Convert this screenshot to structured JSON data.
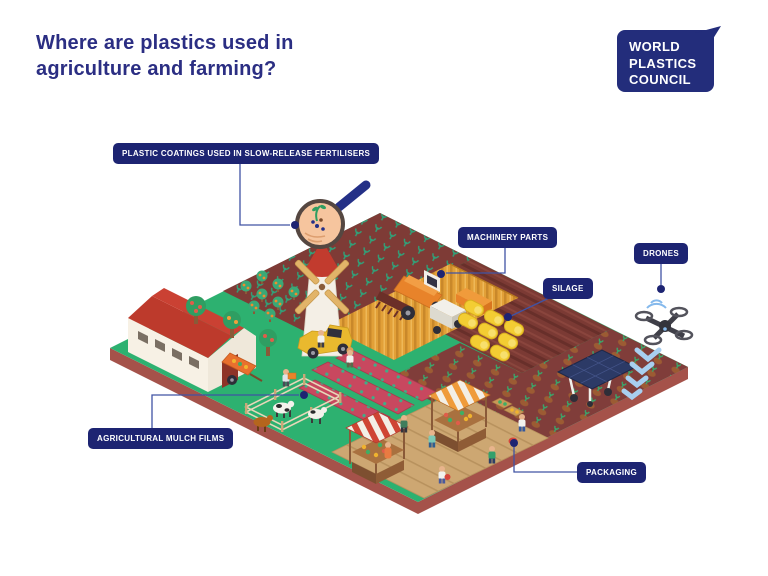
{
  "title": "Where are plastics used in agriculture and farming?",
  "logo": {
    "lines": [
      "WORLD",
      "PLASTICS",
      "COUNCIL"
    ]
  },
  "labels": {
    "fertilisers": "PLASTIC COATINGS USED IN SLOW-RELEASE FERTILISERS",
    "machinery": "MACHINERY PARTS",
    "silage": "SILAGE",
    "drones": "DRONES",
    "mulch": "AGRICULTURAL MULCH FILMS",
    "packaging": "PACKAGING"
  },
  "colors": {
    "navy": "#1d2472",
    "title_navy": "#2b2e83",
    "grass_green": "#2db170",
    "field_maroon": "#7e3b36",
    "rim_terracotta": "#a5524a",
    "silage_yellow": "#f3cd33",
    "machinery_orange": "#e8832a",
    "mulch_crimson": "#c8485f",
    "spray_blue": "#a8cff0"
  }
}
